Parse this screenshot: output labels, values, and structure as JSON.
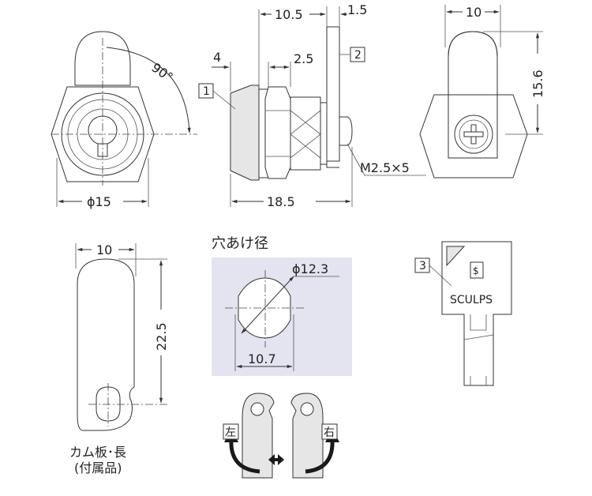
{
  "dimensions": {
    "d10_5": "10.5",
    "d1_5": "1.5",
    "d4": "4",
    "d2_5": "2.5",
    "d18_5": "18.5",
    "dphi15": "ϕ15",
    "angle90": "90°",
    "d10_top": "10",
    "d15_6": "15.6",
    "d10_cam": "10",
    "d22_5": "22.5",
    "dphi12_3": "ϕ12.3",
    "d10_7": "10.7"
  },
  "labels": {
    "part1": "1",
    "part2": "2",
    "part3": "3",
    "screw": "M2.5×5",
    "hole_title": "穴あけ径",
    "cam_caption_line1": "カム板･長",
    "cam_caption_line2": "(付属品)",
    "key_brand": "SCULPS",
    "rotate_left": "左",
    "rotate_right": "右"
  },
  "colors": {
    "hole_panel_bg": "#e4e4f0",
    "arrow_color": "#1a1a1a",
    "part_shade": "#e6e6e6"
  }
}
